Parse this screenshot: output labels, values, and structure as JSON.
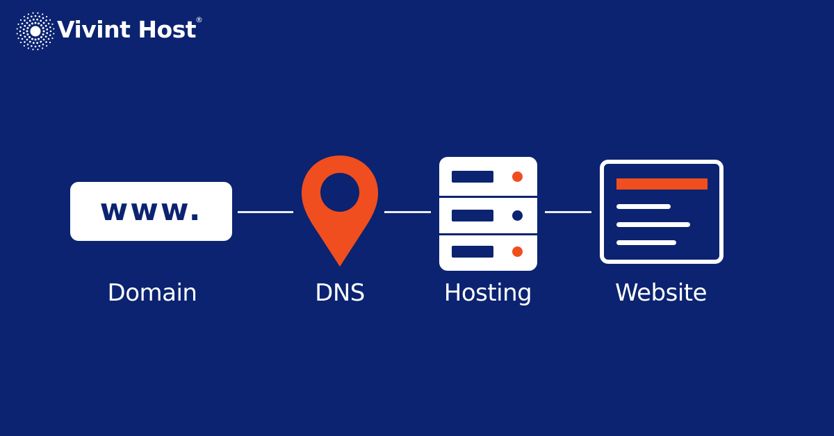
{
  "brand": {
    "name": "Vivint Host",
    "registered_mark": "®",
    "logo_icon": "sunburst-icon"
  },
  "colors": {
    "background": "#0b2370",
    "accent": "#f04e1e",
    "foreground": "#ffffff"
  },
  "flow": {
    "steps": [
      {
        "id": "domain",
        "label": "Domain",
        "icon": "www-box-icon",
        "icon_text": "www."
      },
      {
        "id": "dns",
        "label": "DNS",
        "icon": "map-pin-icon"
      },
      {
        "id": "hosting",
        "label": "Hosting",
        "icon": "server-icon"
      },
      {
        "id": "website",
        "label": "Website",
        "icon": "webpage-icon"
      }
    ],
    "connectors": 3
  }
}
